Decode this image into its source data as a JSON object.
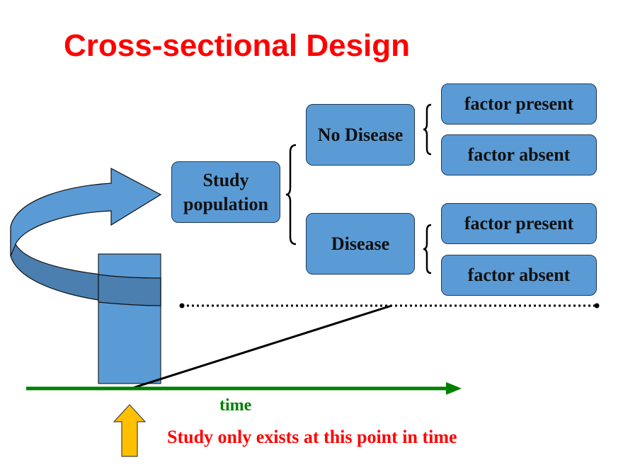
{
  "title": "Cross-sectional Design",
  "boxes": {
    "study_population": "Study population",
    "no_disease": "No Disease",
    "disease": "Disease",
    "factor_present_1": "factor present",
    "factor_absent_1": "factor absent",
    "factor_present_2": "factor present",
    "factor_absent_2": "factor absent"
  },
  "time_label": "time",
  "note": "Study only exists at this point in time",
  "colors": {
    "title": "#ff0000",
    "box": "#5b9bd5",
    "time": "#008000",
    "pointer": "#ffc000"
  }
}
